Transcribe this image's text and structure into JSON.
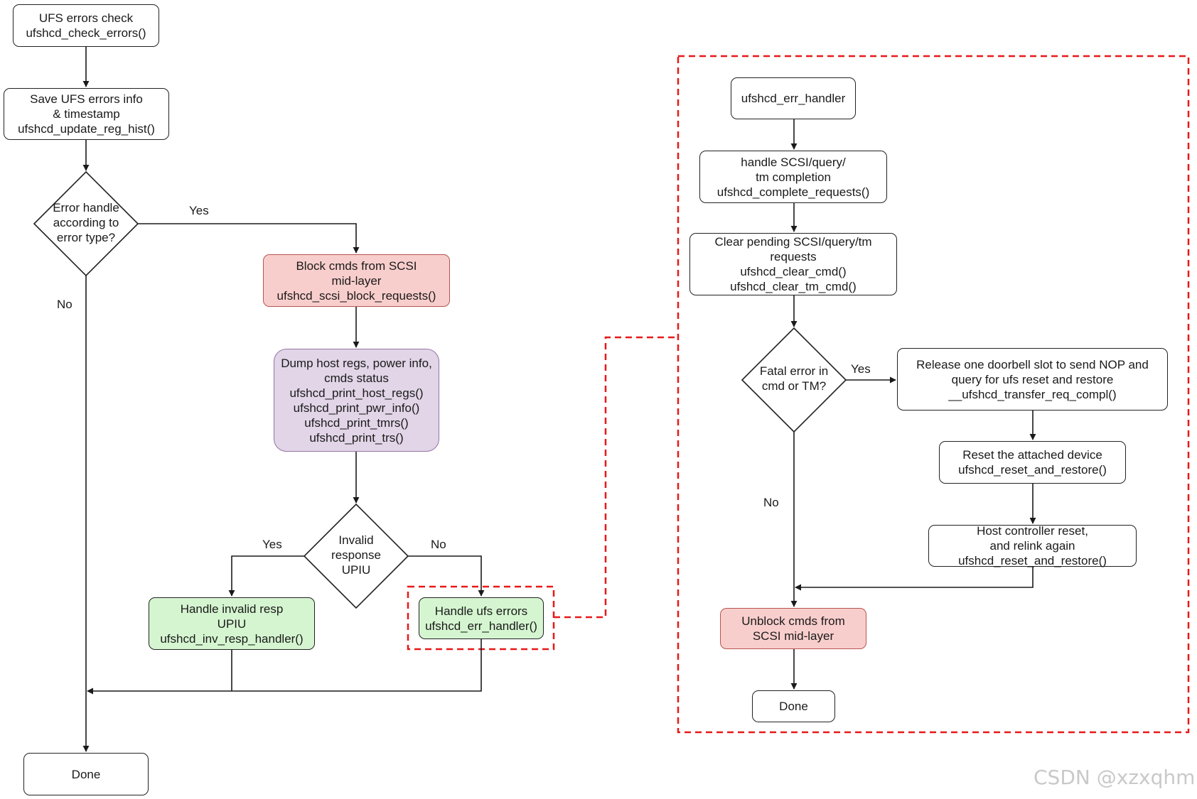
{
  "nodes": {
    "check_errors": "UFS errors check\nufshcd_check_errors()",
    "save_info": "Save UFS errors info\n& timestamp\nufshcd_update_reg_hist()",
    "error_type_decision": "Error handle\naccording to\nerror type?",
    "block_cmds": "Block cmds from SCSI\nmid-layer\nufshcd_scsi_block_requests()",
    "dump_regs": "Dump host regs, power info,\ncmds status\nufshcd_print_host_regs()\nufshcd_print_pwr_info()\nufshcd_print_tmrs()\nufshcd_print_trs()",
    "invalid_resp_decision": "Invalid\nresponse\nUPIU",
    "handle_invalid": "Handle invalid resp\nUPIU\nufshcd_inv_resp_handler()",
    "handle_ufs_errors": "Handle ufs errors\nufshcd_err_handler()",
    "done_left": "Done",
    "err_handler": "ufshcd_err_handler",
    "handle_completion": "handle SCSI/query/\ntm completion\nufshcd_complete_requests()",
    "clear_pending": "Clear pending SCSI/query/tm\nrequests\nufshcd_clear_cmd()\nufshcd_clear_tm_cmd()",
    "fatal_decision": "Fatal error in\ncmd or TM?",
    "release_slot": "Release one doorbell slot to send NOP and\nquery for ufs reset and restore\n__ufshcd_transfer_req_compl()",
    "reset_device": "Reset the attached device\nufshcd_reset_and_restore()",
    "host_reset": "Host controller reset,\nand relink again\nufshcd_reset_and_restore()",
    "unblock_cmds": "Unblock cmds from\nSCSI mid-layer",
    "done_right": "Done"
  },
  "edge_labels": {
    "yes_1": "Yes",
    "no_1": "No",
    "yes_2": "Yes",
    "no_2": "No",
    "yes_3": "Yes",
    "no_3": "No"
  },
  "watermark": "CSDN @xzxqhm",
  "colors": {
    "pink_fill": "#f8cecc",
    "pink_stroke": "#b85450",
    "purple_fill": "#e1d5e7",
    "purple_stroke": "#9673a6",
    "green_fill": "#d5f5d0",
    "dashed_red": "#e81818"
  }
}
